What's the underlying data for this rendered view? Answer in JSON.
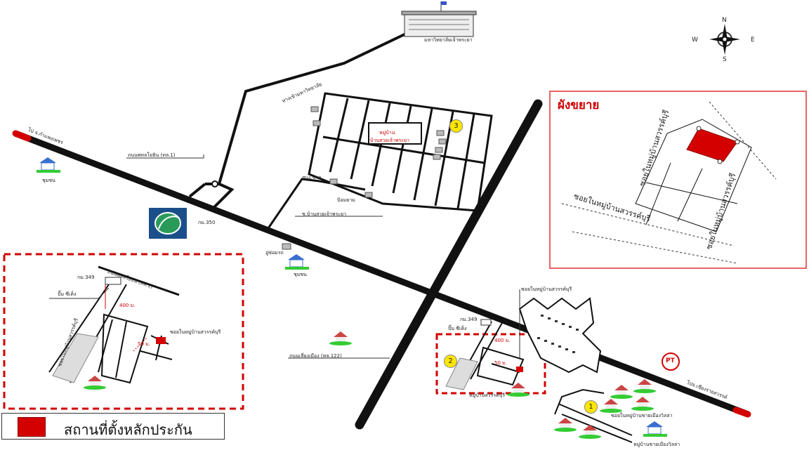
{
  "legend": {
    "label": "สถานที่ตั้งหลักประกัน",
    "color": "#d40000"
  },
  "compass": {
    "n": "N",
    "s": "S",
    "e": "E",
    "w": "W"
  },
  "inset": {
    "title": "ผังขยาย",
    "soi_label_1": "ซอยในหมู่บ้านสวรรค์บุรี",
    "soi_label_2": "ซอยในหมู่บ้านสวรรค์บุรี",
    "soi_label_3": "ซอยในหมู่บ้านสวรรค์บุรี"
  },
  "labels": {
    "university": "มหาวิทยาลัยเจ้าพระยา",
    "road_left_end": "ไป จ.กำแพงเพชร",
    "road_main": "ถนนพหลโยธิน (ทล.1)",
    "community_left": "ชุมชน",
    "km_350": "กม.350",
    "village_name": "หมู่บ้าน",
    "village_name2": "บ้านสวยเจ้าพระยา",
    "soi_to_village": "ซ.บ้านสวยเจ้าพระยา",
    "shop1": "สนง.ขาย",
    "shop2": "ป้อมยาม",
    "small_house": "อู่ซ่อมรถ",
    "community_mid": "ชุมชน",
    "road_diagonal_top": "ทางเข้ามหาวิทยาลัย",
    "road_bypass": "ถนนเลี่ยงเมือง (ทล.122)",
    "km_349": "กม.349",
    "restaurant": "ปั๊ม ซีเค็ง",
    "distance_400": "400 ม.",
    "distance_50": "50 ม.",
    "soi_svan": "ซอยในหมู่บ้านสวรรค์บุรี",
    "village_svan": "หมู่บ้านสวรรค์บุรี",
    "road_right_end": "ไปจ.เชียงรายสวรรค์",
    "soi_bottom": "ซอยในหมู่บ้านชายเมืองวิลล่า",
    "village_bottom": "หมู่บ้านชายเมืองวิลล่า",
    "ptt": "PT",
    "left_road": "ถนนพหลโยธิน (ทล.1)",
    "left_km": "กม.349",
    "left_shop": "ปั๊ม ซีเค็ง",
    "left_distance": "400 ม.",
    "left_distance2": "50 ม.",
    "left_soi": "ซอยในหมู่บ้านสวรรค์บุรี",
    "left_soi_v": "ซอยในหมู่บ้านสวรรค์บุรี"
  },
  "badges": {
    "one": "1",
    "two": "2",
    "three": "3"
  },
  "colors": {
    "road": "#111111",
    "highlight": "#d40000",
    "frame": "#e03030",
    "badge": "#ffe600",
    "logo": "#1a4f8a"
  }
}
